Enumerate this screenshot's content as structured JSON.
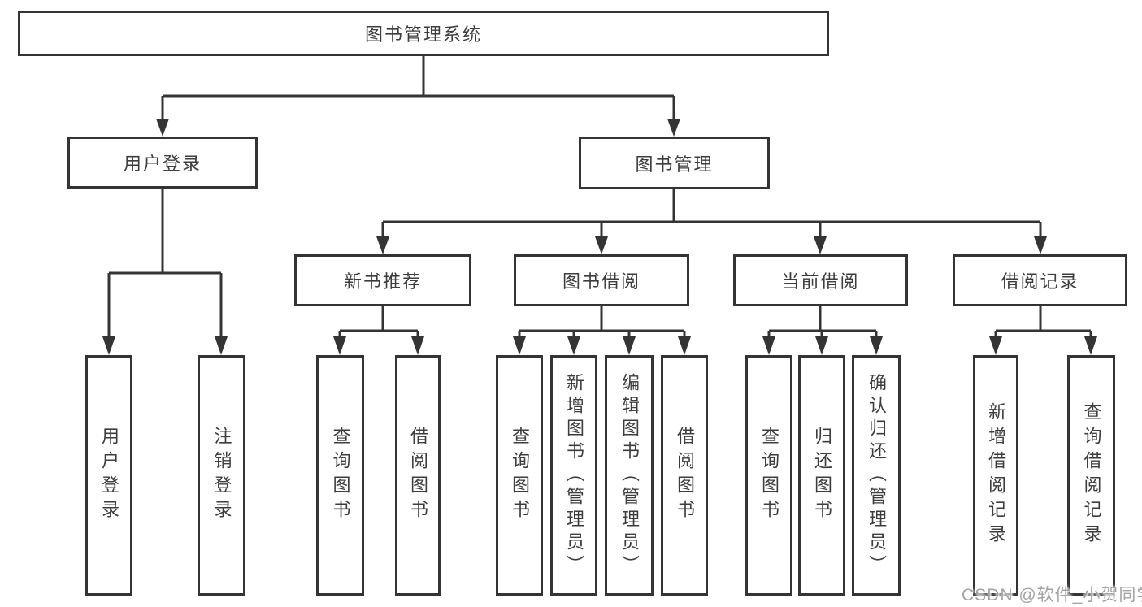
{
  "tree": {
    "root": "图书管理系统",
    "branches": [
      {
        "label": "用户登录",
        "children": [
          "用户登录",
          "注销登录"
        ]
      },
      {
        "label": "图书管理",
        "children": [
          {
            "label": "新书推荐",
            "children": [
              "查询图书",
              "借阅图书"
            ]
          },
          {
            "label": "图书借阅",
            "children": [
              "查询图书",
              "新增图书（管理员）",
              "编辑图书（管理员）",
              "借阅图书"
            ]
          },
          {
            "label": "当前借阅",
            "children": [
              "查询图书",
              "归还图书",
              "确认归还（管理员）"
            ]
          },
          {
            "label": "借阅记录",
            "children": [
              "新增借阅记录",
              "查询借阅记录"
            ]
          }
        ]
      }
    ]
  },
  "watermark": {
    "text": "CSDN @软件_小贺同学"
  },
  "colors": {
    "line": "#343434",
    "box_border": "#343434",
    "box_background": "#ffffff",
    "text": "#3d3d3d",
    "watermark": "#a3a3a3"
  }
}
